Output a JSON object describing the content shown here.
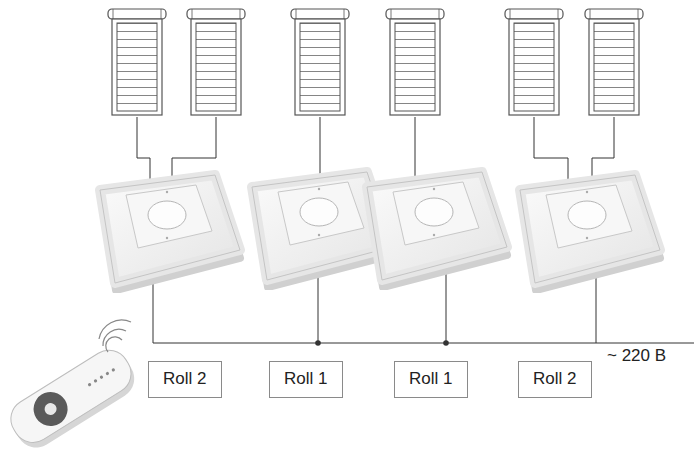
{
  "diagram": {
    "nodes": [
      {
        "text": [
          "Roll 2"
        ]
      },
      {
        "text": [
          "Roll 1"
        ]
      },
      {
        "text": [
          "Roll 1"
        ]
      },
      {
        "text": [
          "Roll 2"
        ]
      }
    ],
    "labels": [
      "~ 220 В"
    ]
  }
}
